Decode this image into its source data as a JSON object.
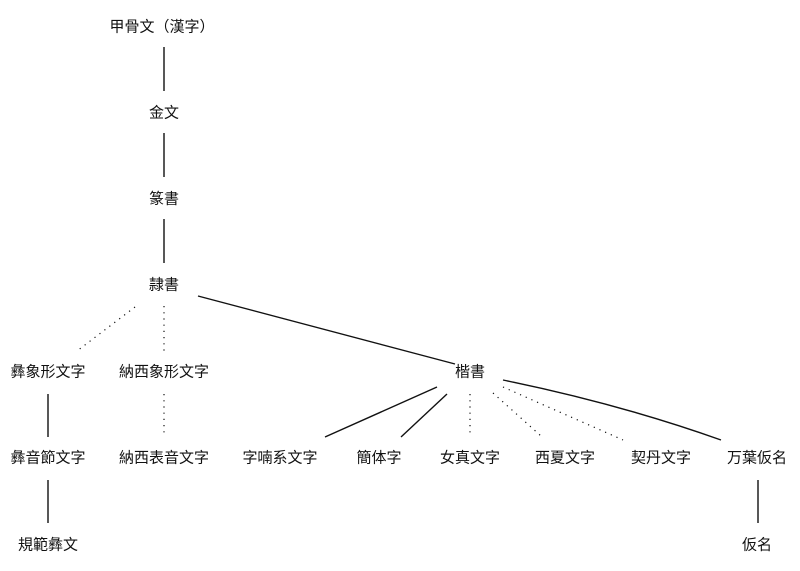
{
  "diagram": {
    "nodes": {
      "oracle_bone": "甲骨文（漢字）",
      "bronze": "金文",
      "seal": "篆書",
      "clerical": "隷書",
      "yi_pictographic": "彝象形文字",
      "naxi_pictographic": "納西象形文字",
      "regular": "楷書",
      "yi_syllabic": "彝音節文字",
      "naxi_phonetic": "納西表音文字",
      "chu_nom": "字喃系文字",
      "simplified": "簡体字",
      "jurchen": "女真文字",
      "tangut": "西夏文字",
      "khitan": "契丹文字",
      "manyogana": "万葉仮名",
      "standard_yi": "規範彝文",
      "kana": "仮名"
    }
  }
}
